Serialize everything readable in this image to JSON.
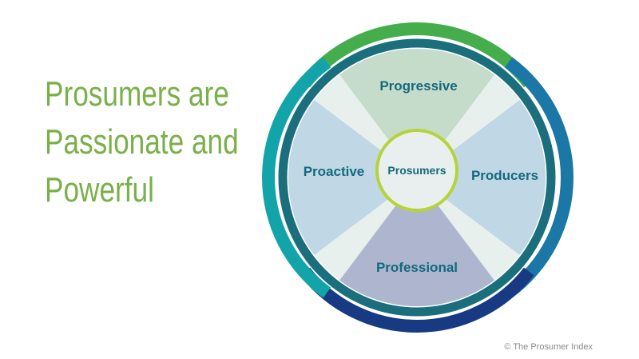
{
  "headline": {
    "lines": [
      "Prosumers are",
      "Passionate and",
      "Powerful"
    ]
  },
  "diagram": {
    "center": "Prosumers",
    "segments": [
      {
        "label": "Progressive",
        "color": "#c6dccb",
        "arc_color": "#45ad4c"
      },
      {
        "label": "Producers",
        "color": "#c0d7e5",
        "arc_color": "#1b77a5"
      },
      {
        "label": "Professional",
        "color": "#aeb6cf",
        "arc_color": "#183a82"
      },
      {
        "label": "Proactive",
        "color": "#c0d7e5",
        "arc_color": "#12a4a9"
      }
    ]
  },
  "copyright": "© The Prosumer Index",
  "colors": {
    "headline": "#7ab04a",
    "label_text": "#136a7c",
    "ring": "#1b6e7b",
    "ring_inner": "#e8f0ee",
    "center_fill": "#e9efef",
    "center_stroke": "#b5d33a",
    "copyright": "#8a8a8a"
  }
}
